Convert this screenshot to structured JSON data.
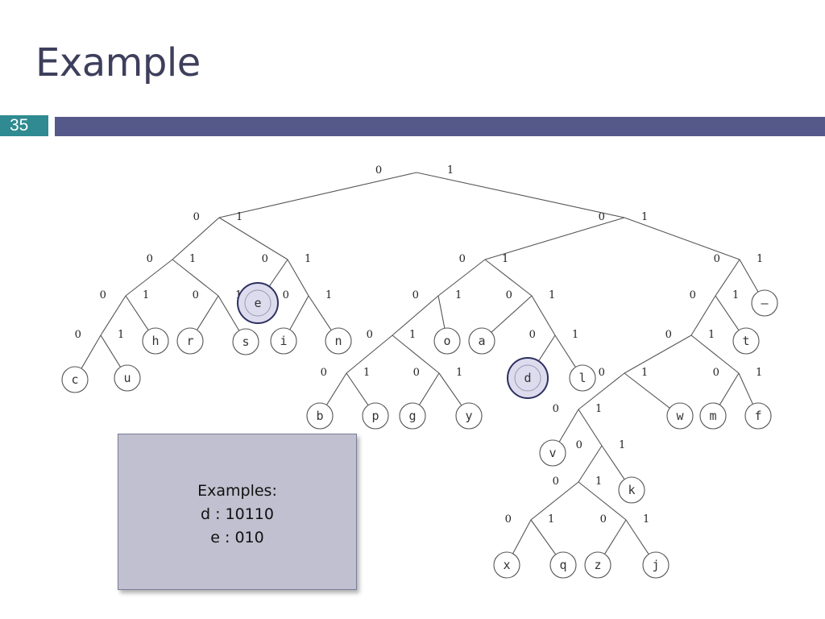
{
  "slide": {
    "title": "Example",
    "number": "35"
  },
  "examples": {
    "heading": "Examples:",
    "lines": [
      "d : 10110",
      "e : 010"
    ]
  },
  "diagram": {
    "highlighted_leaves": [
      "e",
      "d"
    ],
    "bit_labels": {
      "left": "0",
      "right": "1"
    },
    "leaves": [
      "c",
      "u",
      "h",
      "r",
      "s",
      "e",
      "i",
      "n",
      "b",
      "p",
      "g",
      "y",
      "o",
      "a",
      "d",
      "l",
      "v",
      "x",
      "q",
      "z",
      "j",
      "k",
      "w",
      "m",
      "f",
      "t",
      "—"
    ]
  }
}
